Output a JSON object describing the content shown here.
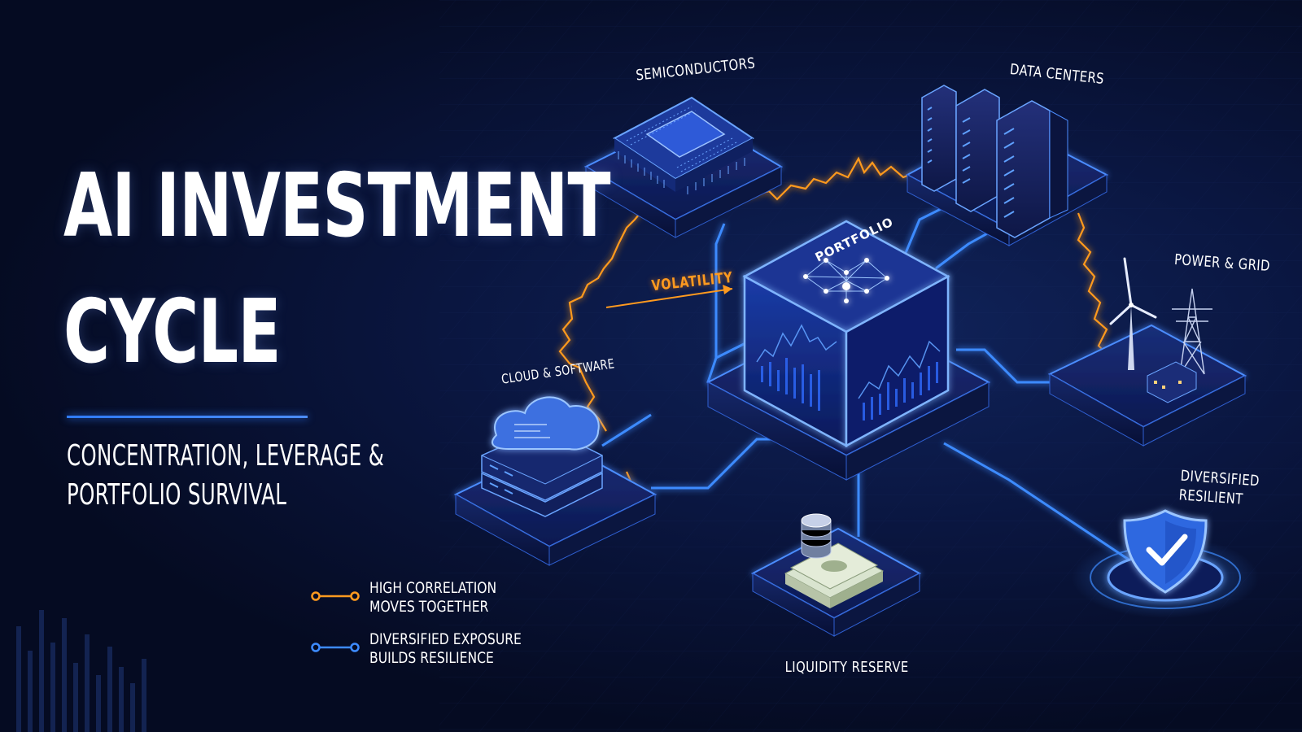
{
  "title": {
    "line1": "AI INVESTMENT",
    "line2": "CYCLE"
  },
  "subtitle": {
    "line1": "CONCENTRATION, LEVERAGE &",
    "line2": "PORTFOLIO SURVIVAL"
  },
  "nodes": {
    "semiconductors": "SEMICONDUCTORS",
    "data_centers": "DATA CENTERS",
    "power_grid": "POWER & GRID",
    "cloud_software": "CLOUD & SOFTWARE",
    "portfolio": "PORTFOLIO",
    "liquidity_reserve": "LIQUIDITY RESERVE",
    "diversified": "DIVERSIFIED",
    "resilient": "RESILIENT"
  },
  "volatility_label": "VOLATILITY",
  "legend": [
    {
      "line1": "HIGH CORRELATION",
      "line2": "MOVES TOGETHER",
      "color": "#ff9a1f"
    },
    {
      "line1": "DIVERSIFIED EXPOSURE",
      "line2": "BUILDS RESILIENCE",
      "color": "#3d8bff"
    }
  ],
  "colors": {
    "background": "#050b22",
    "accent_blue": "#3d8bff",
    "accent_orange": "#ff9a1f",
    "text": "#ffffff"
  },
  "icons": {
    "semiconductors": "chip-icon",
    "data_centers": "server-rack-icon",
    "power_grid": "wind-turbine-pylon-icon",
    "cloud_software": "cloud-server-icon",
    "portfolio": "network-cube-icon",
    "liquidity_reserve": "cash-stack-coins-icon",
    "diversified": "shield-check-icon"
  }
}
